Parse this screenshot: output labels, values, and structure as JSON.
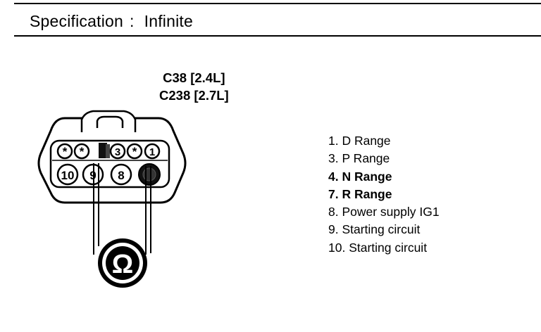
{
  "spec": {
    "label": "Specification",
    "separator": ":",
    "value": "Infinite"
  },
  "connector": {
    "name_24l": "C38 [2.4L]",
    "name_27l": "C238 [2.7L]",
    "top_row": [
      "*",
      "*",
      "3",
      "*",
      "1"
    ],
    "bottom_row": [
      "10",
      "9",
      "8"
    ]
  },
  "meter": {
    "symbol": "Ω"
  },
  "legend": [
    {
      "label": "1. D Range",
      "bold": false
    },
    {
      "label": "3. P Range",
      "bold": false
    },
    {
      "label": "4. N Range",
      "bold": true
    },
    {
      "label": "7. R Range",
      "bold": true
    },
    {
      "label": "8. Power supply IG1",
      "bold": false
    },
    {
      "label": "9. Starting circuit",
      "bold": false
    },
    {
      "label": "10. Starting circuit",
      "bold": false
    }
  ]
}
